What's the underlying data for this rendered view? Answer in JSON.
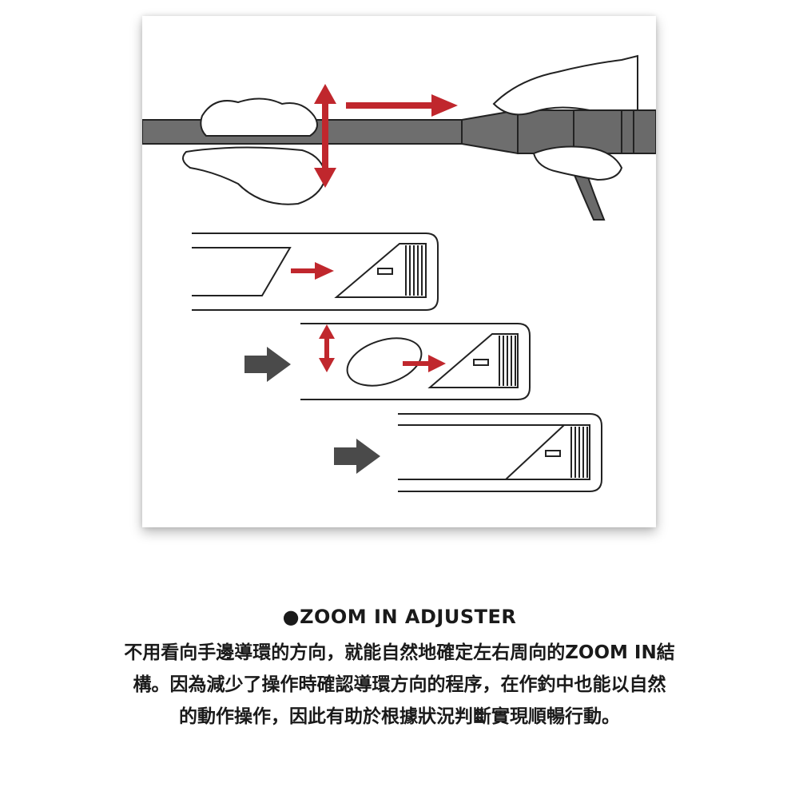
{
  "heading": "●ZOOM IN ADJUSTER",
  "description": [
    "不用看向手邊導環的方向，就能自然地確定左右周向的ZOOM IN結",
    "構。因為減少了操作時確認導環方向的程序，在作釣中也能以自然",
    "的動作操作，因此有助於根據狀況判斷實現順暢行動。"
  ],
  "colors": {
    "arrow_red": "#c0272d",
    "arrow_gray": "#4a4a4a",
    "rod_gray": "#6e6e6e",
    "text": "#1a1a1a"
  }
}
